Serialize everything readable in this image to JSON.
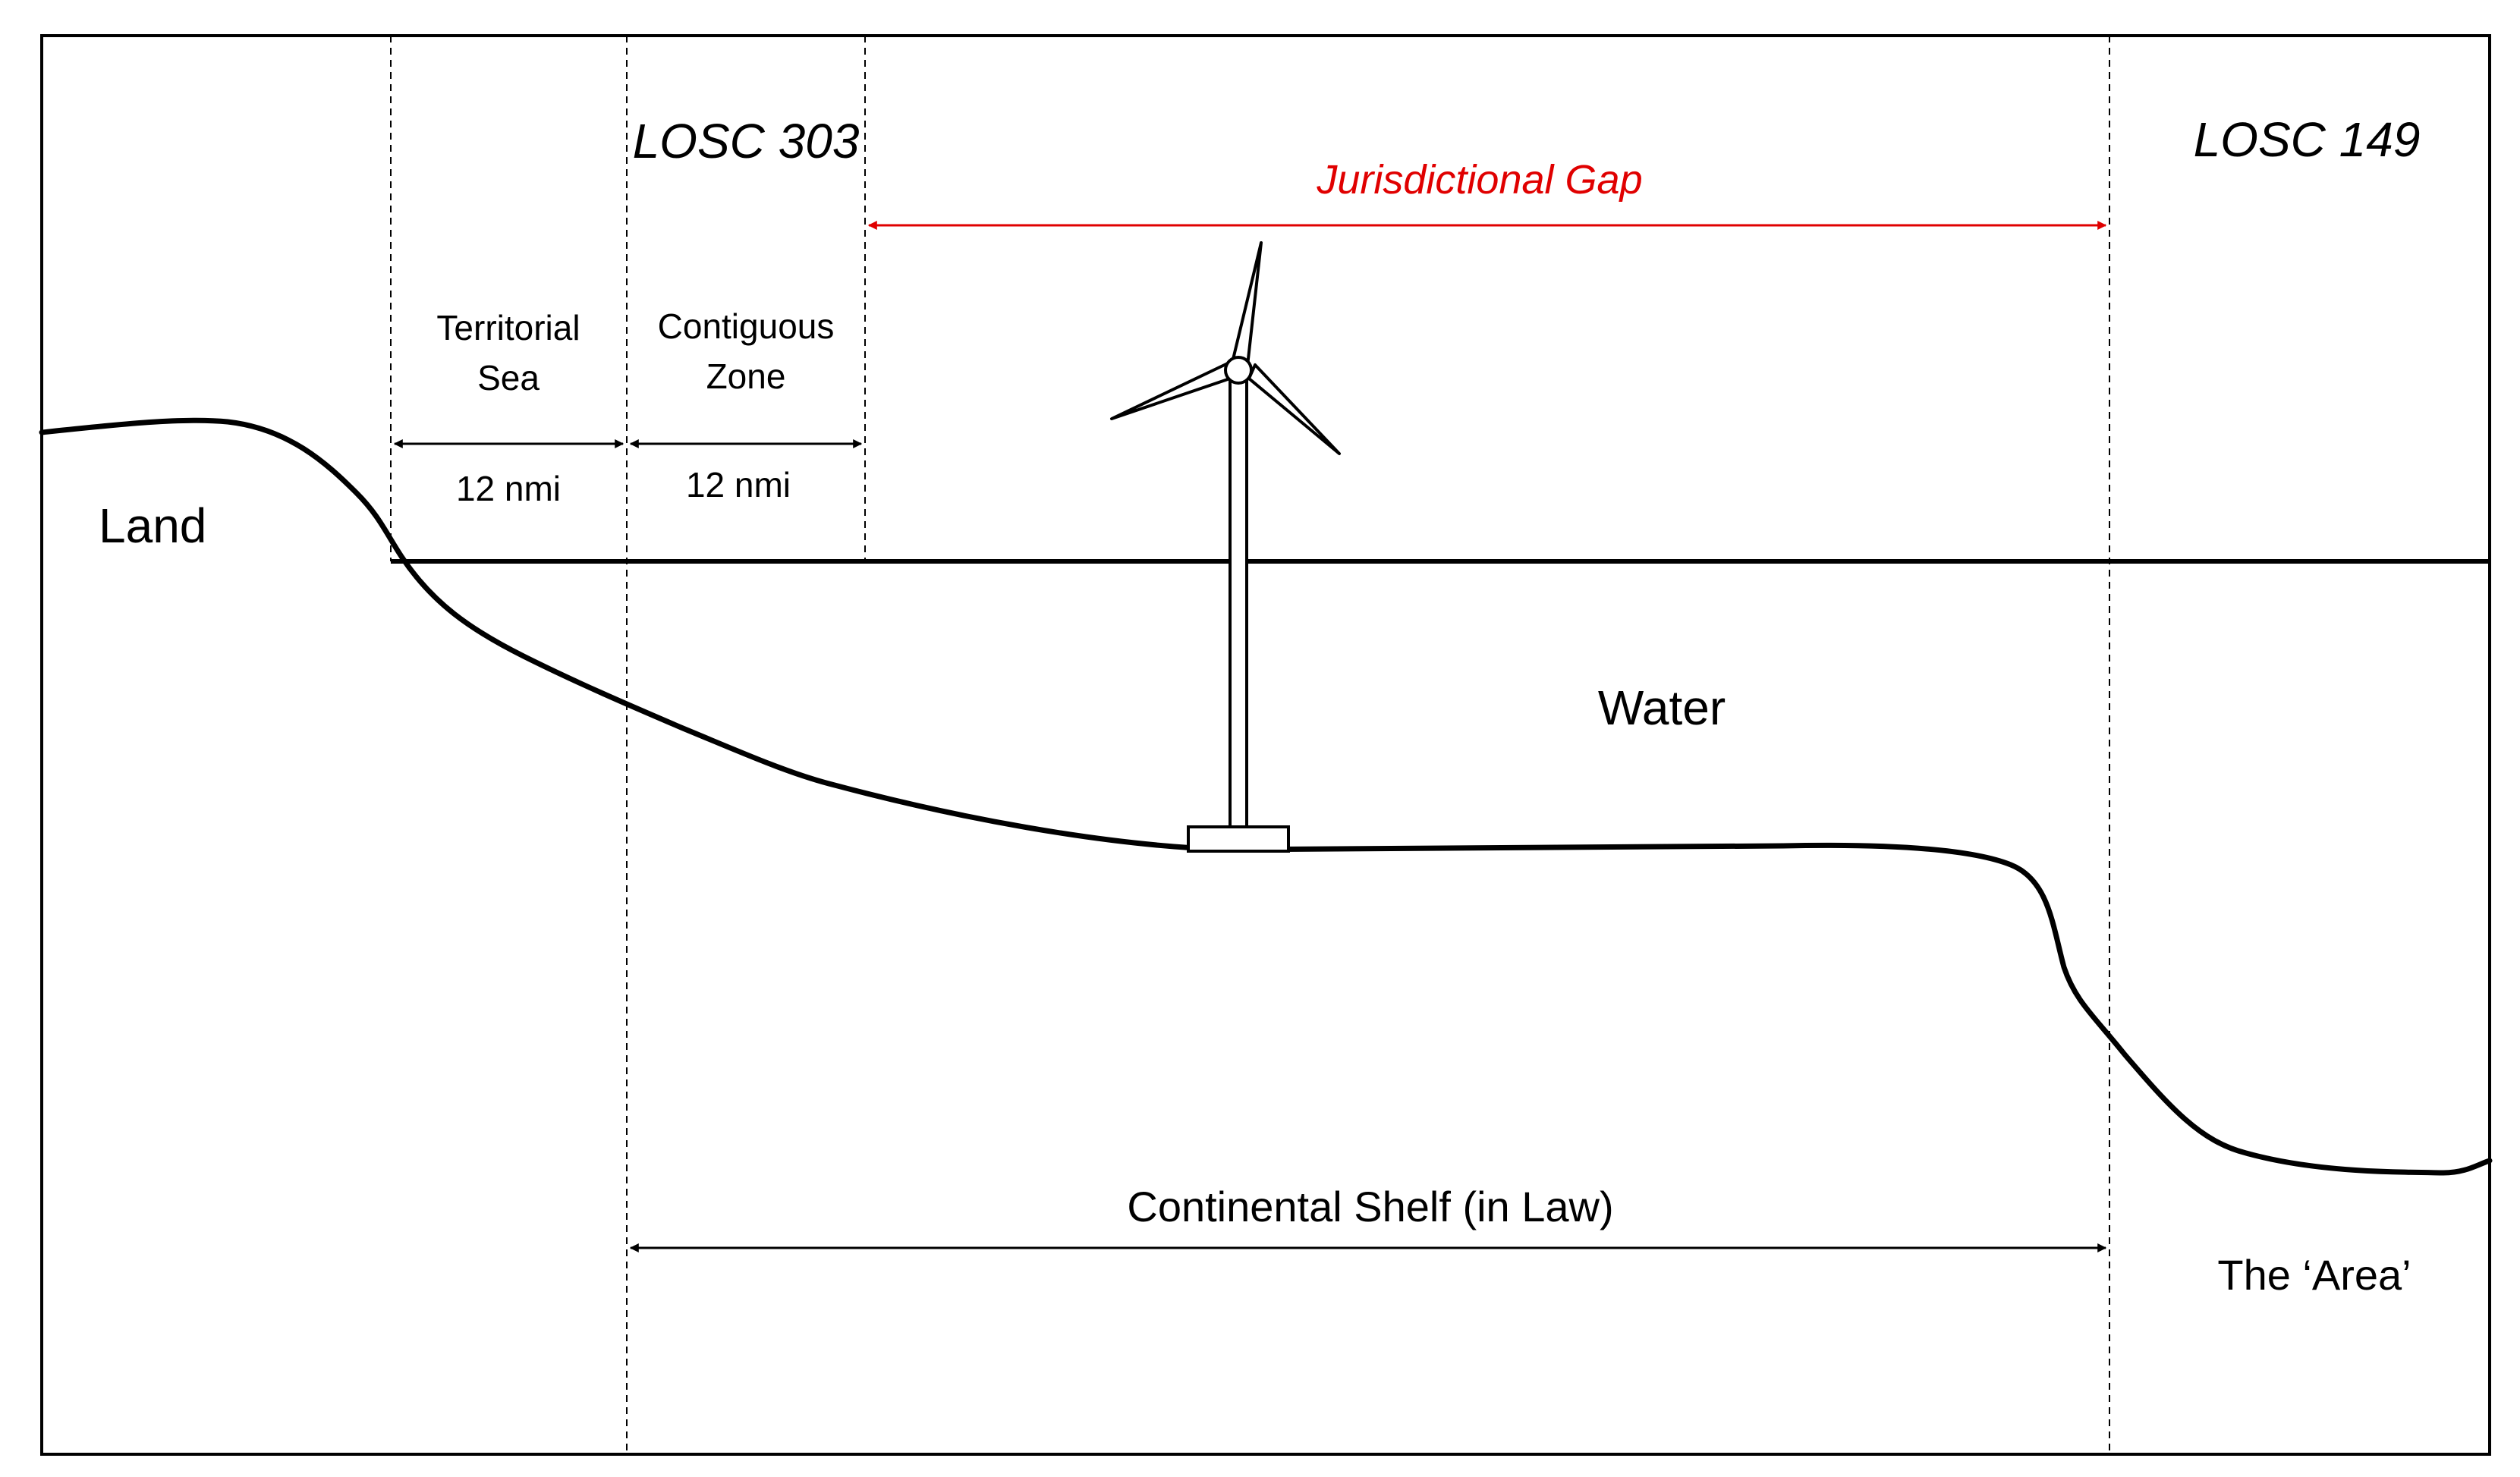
{
  "labels": {
    "land": "Land",
    "water": "Water",
    "territorial_sea_line1": "Territorial",
    "territorial_sea_line2": "Sea",
    "contiguous_zone_line1": "Contiguous",
    "contiguous_zone_line2": "Zone",
    "territorial_distance": "12 nmi",
    "contiguous_distance": "12 nmi",
    "losc_303": "LOSC 303",
    "losc_149": "LOSC 149",
    "jurisdictional_gap": "Jurisdictional Gap",
    "continental_shelf": "Continental Shelf (in Law)",
    "the_area": "The ‘Area’"
  },
  "colors": {
    "line": "#000000",
    "gap": "#e00000",
    "background": "#ffffff"
  }
}
